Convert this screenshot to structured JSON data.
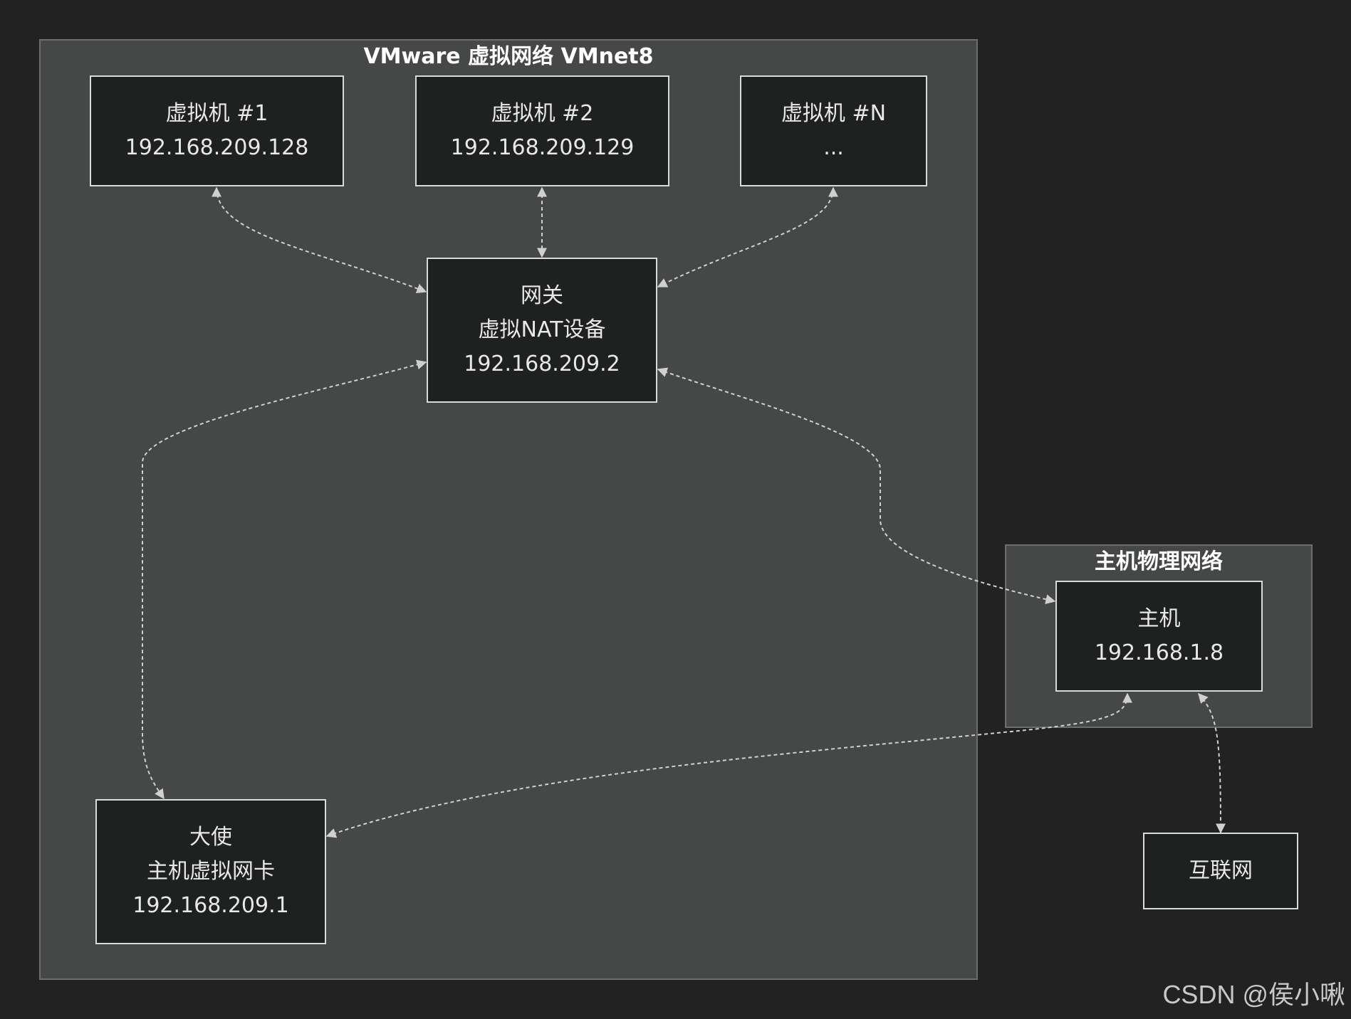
{
  "groups": {
    "vmnet8": {
      "title": "VMware 虚拟网络 VMnet8"
    },
    "physical": {
      "title": "主机物理网络"
    }
  },
  "nodes": {
    "vm1": {
      "lines": [
        "虚拟机 #1",
        "192.168.209.128"
      ]
    },
    "vm2": {
      "lines": [
        "虚拟机 #2",
        "192.168.209.129"
      ]
    },
    "vmn": {
      "lines": [
        "虚拟机 #N",
        "..."
      ]
    },
    "gateway": {
      "lines": [
        "网关",
        "虚拟NAT设备",
        "192.168.209.2"
      ]
    },
    "ambassador": {
      "lines": [
        "大使",
        "主机虚拟网卡",
        "192.168.209.1"
      ]
    },
    "host": {
      "lines": [
        "主机",
        "192.168.1.8"
      ]
    },
    "internet": {
      "lines": [
        "互联网"
      ]
    }
  },
  "edges": [
    {
      "from": "vm1",
      "to": "gateway",
      "style": "dashed",
      "arrows": "both"
    },
    {
      "from": "vm2",
      "to": "gateway",
      "style": "dashed",
      "arrows": "both"
    },
    {
      "from": "vmn",
      "to": "gateway",
      "style": "dashed",
      "arrows": "both"
    },
    {
      "from": "gateway",
      "to": "ambassador",
      "style": "dashed",
      "arrows": "both"
    },
    {
      "from": "gateway",
      "to": "host",
      "style": "dashed",
      "arrows": "both"
    },
    {
      "from": "ambassador",
      "to": "host",
      "style": "dashed",
      "arrows": "both"
    },
    {
      "from": "host",
      "to": "internet",
      "style": "dashed",
      "arrows": "both"
    }
  ],
  "colors": {
    "background": "#212221",
    "group_fill": "#464847",
    "node_fill": "#1f2120",
    "node_border": "#d9dbd9",
    "edge": "#d0d0d0",
    "text": "#e8e8e8"
  },
  "watermark": "CSDN @侯小啾"
}
